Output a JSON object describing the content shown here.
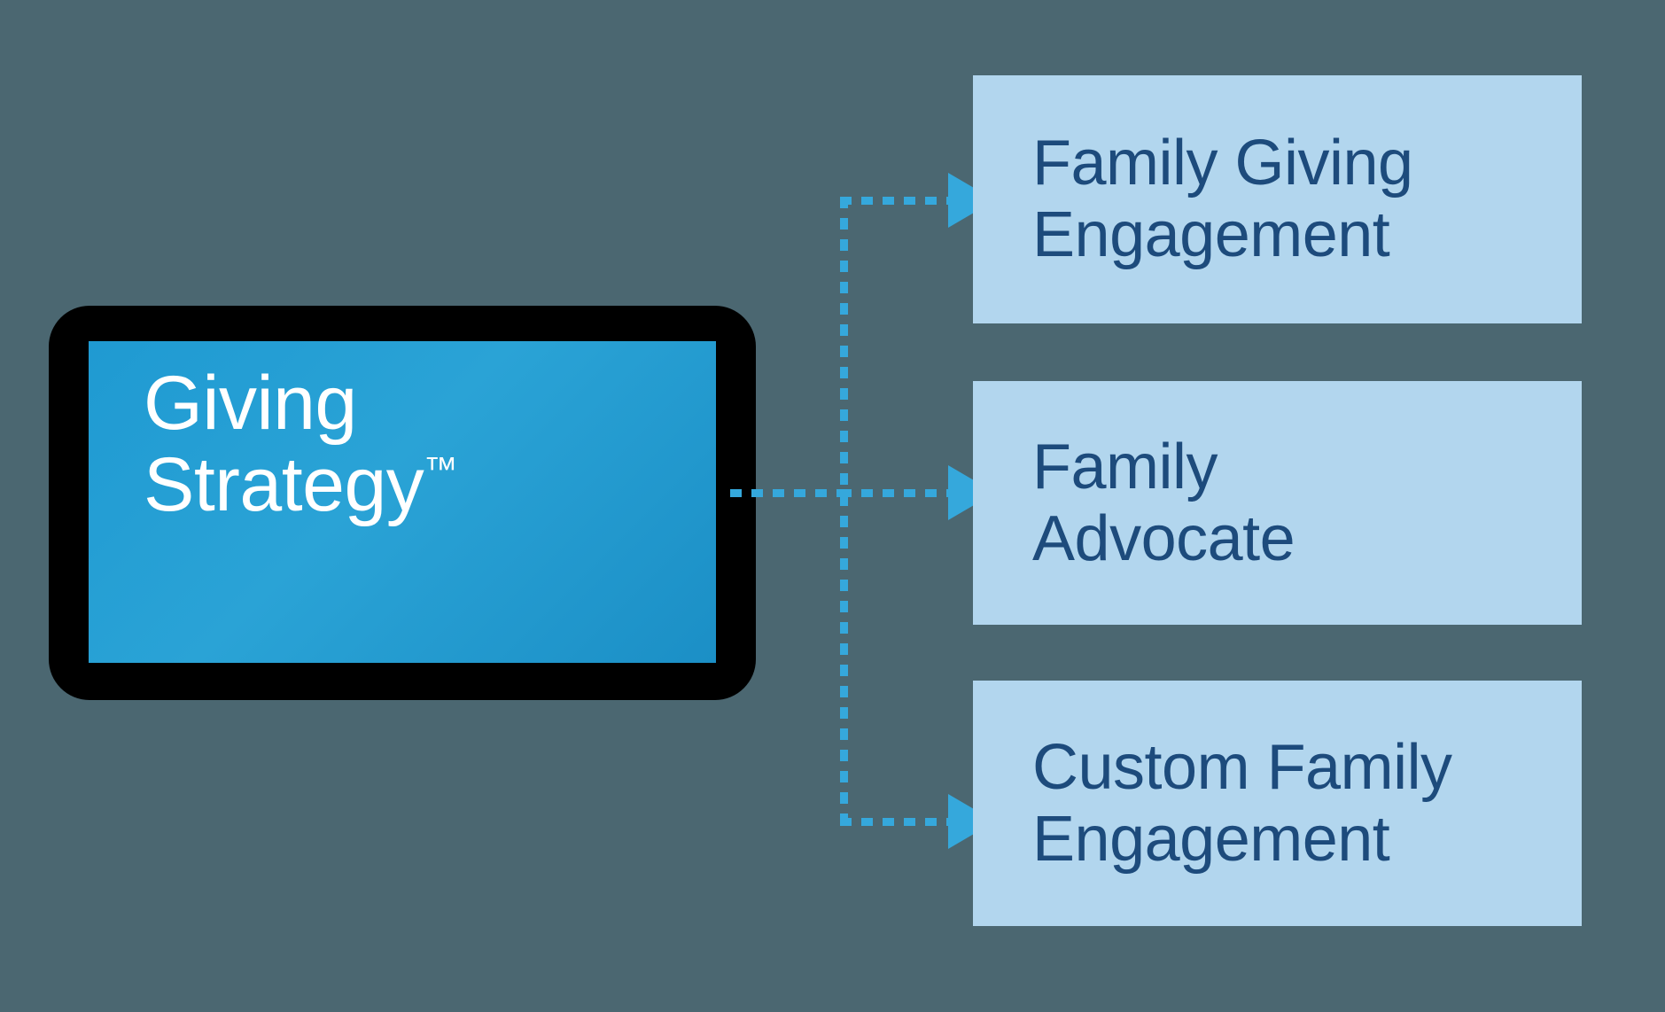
{
  "background_color": "#4b6771",
  "device": {
    "name": "tablet",
    "frame_color": "#000000",
    "screen_gradient_from": "#1f9ad2",
    "screen_gradient_to": "#1b8fc6",
    "text_color": "#ffffff",
    "title": "Giving\nStrategy",
    "trademark": "™"
  },
  "connectors": {
    "color": "#35a8dc",
    "style": "dotted",
    "arrow_shape": "right-triangle",
    "count": 3
  },
  "outputs": {
    "box_fill": "#b2d6ee",
    "text_color": "#1d4b7c",
    "items": [
      {
        "label": "Family Giving\nEngagement"
      },
      {
        "label": "Family\nAdvocate"
      },
      {
        "label": "Custom Family\nEngagement"
      }
    ]
  }
}
